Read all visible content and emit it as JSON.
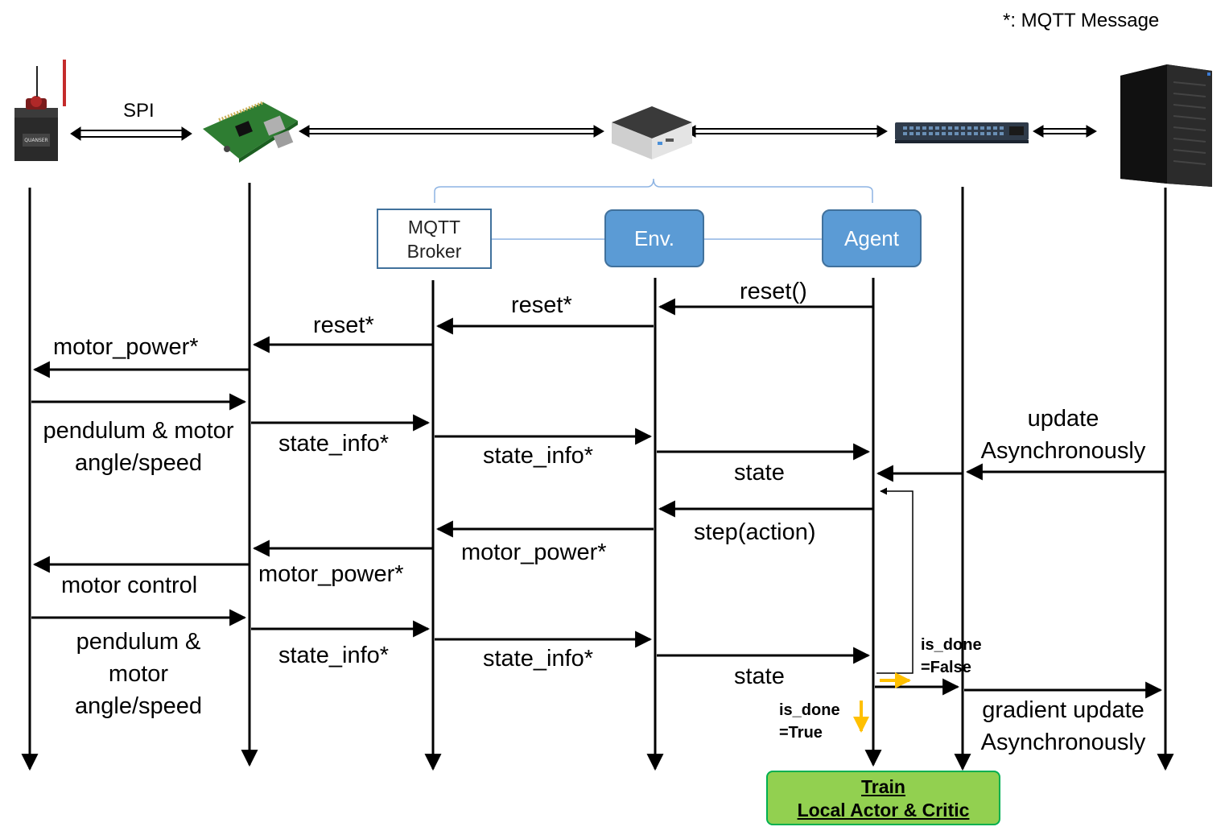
{
  "legend_note": "*: MQTT Message",
  "link_labels": {
    "spi": "SPI"
  },
  "devices": [
    {
      "name": "quanser-qube-servo-device"
    },
    {
      "name": "raspberry-pi-board"
    },
    {
      "name": "intel-nuc-mini-pc"
    },
    {
      "name": "network-switch"
    },
    {
      "name": "tower-server-pc"
    }
  ],
  "nodes": {
    "broker": "MQTT\nBroker",
    "env": "Env.",
    "agent": "Agent"
  },
  "messages": {
    "reset_call": "reset()",
    "reset_env": "reset*",
    "reset_broker": "reset*",
    "motor_power_rpi": "motor_power*",
    "pendulum_state_1": "pendulum & motor\nangle/speed",
    "state_info_rpi_1": "state_info*",
    "state_info_broker_1": "state_info*",
    "state_1": "state",
    "update_async": "update\nAsynchronously",
    "step_action": "step(action)",
    "motor_power_env": "motor_power*",
    "motor_power_broker": "motor_power*",
    "motor_control": "motor control",
    "pendulum_state_2": "pendulum &\nmotor\nangle/speed",
    "state_info_rpi_2": "state_info*",
    "state_info_broker_2": "state_info*",
    "state_2": "state",
    "is_done_false": "is_done\n=False",
    "is_done_true": "is_done\n=True",
    "gradient_update": "gradient update\nAsynchronously"
  },
  "train_box": {
    "line1": "Train",
    "line2": "Local Actor & Critic"
  },
  "colors": {
    "node_fill": "#5b9bd5",
    "node_border": "#41719c",
    "train_fill": "#92d050",
    "train_border": "#00b050",
    "decision_arrow": "#ffc000"
  }
}
